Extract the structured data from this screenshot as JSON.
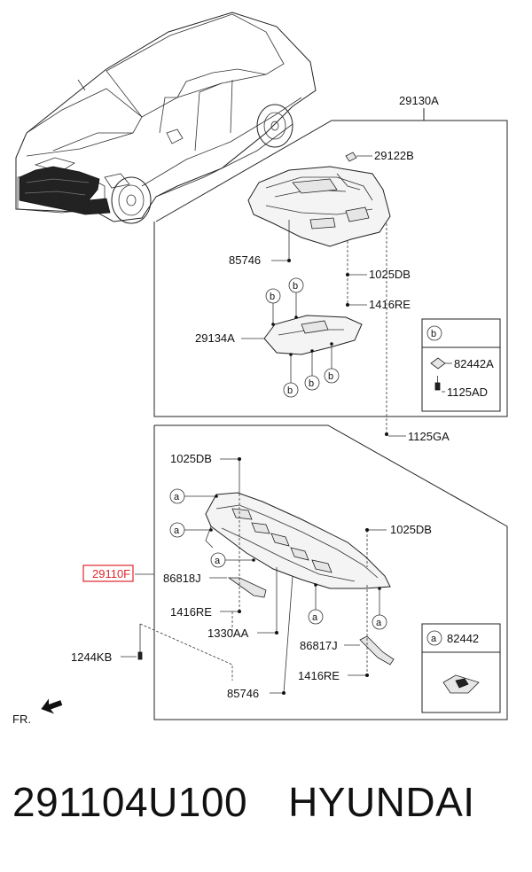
{
  "labels": {
    "p29130A": "29130A",
    "p29122B": "29122B",
    "p85746_top": "85746",
    "p1025DB_top": "1025DB",
    "p1416RE_top": "1416RE",
    "p29134A": "29134A",
    "p82442A": "82442A",
    "p1125AD": "1125AD",
    "p1125GA": "1125GA",
    "p1025DB_left": "1025DB",
    "p1025DB_right": "1025DB",
    "p29110F": "29110F",
    "p86818J": "86818J",
    "p1416RE_mid": "1416RE",
    "p1330AA": "1330AA",
    "p1244KB": "1244KB",
    "p86817J": "86817J",
    "p1416RE_bottom": "1416RE",
    "p85746_bottom": "85746",
    "p82442": "82442",
    "fr": "FR."
  },
  "callouts": {
    "a": "a",
    "b": "b"
  },
  "footer": {
    "part_number": "291104U100",
    "brand": "HYUNDAI"
  },
  "colors": {
    "highlight_box": "#e0262c",
    "line": "#222222"
  }
}
